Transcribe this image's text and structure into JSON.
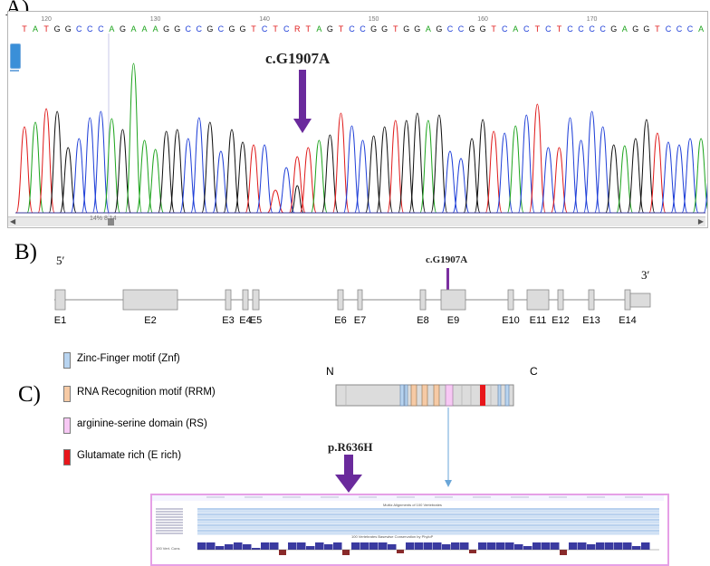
{
  "panel_a": {
    "label": "A)",
    "sequence": "TATGGCCCAGAAAGGCCGCGGTCTCRTAGTCCGGTGGAGCCGGTCACTCTCCCCGAGGTCCCAC",
    "position_ticks": [
      "120",
      "130",
      "140",
      "150",
      "160",
      "170"
    ],
    "mutation_label": "c.G1907A",
    "status_text": "14% 8.14",
    "colors": {
      "A": "#1ea41e",
      "C": "#1f3fd8",
      "G": "#111111",
      "T": "#e01b1b",
      "R": "#e01b1b"
    }
  },
  "panel_b": {
    "label": "B)",
    "five_prime": "5′",
    "three_prime": "3′",
    "mutation_label": "c.G1907A",
    "exons": [
      "E1",
      "E2",
      "E3",
      "E4",
      "E5",
      "E6",
      "E7",
      "E8",
      "E9",
      "E10",
      "E11",
      "E12",
      "E13",
      "E14"
    ]
  },
  "panel_c": {
    "label": "C)",
    "n_term": "N",
    "c_term": "C",
    "protein_mutation": "p.R636H",
    "legend": [
      {
        "text": "Zinc-Finger motif (Znf)",
        "color": "#b8d4f0"
      },
      {
        "text": "RNA Recognition motif (RRM)",
        "color": "#f6caa5"
      },
      {
        "text": "arginine-serine domain (RS)",
        "color": "#f7c8f4"
      },
      {
        "text": "Glutamate rich (E rich)",
        "color": "#e8161b"
      }
    ],
    "conservation_title": "Multiz Alignments of 100 Vertebrates",
    "conservation_track": "100 Vertebrates Basewise Conservation by PhyloP",
    "track_label": "100 Vert. Cons"
  }
}
